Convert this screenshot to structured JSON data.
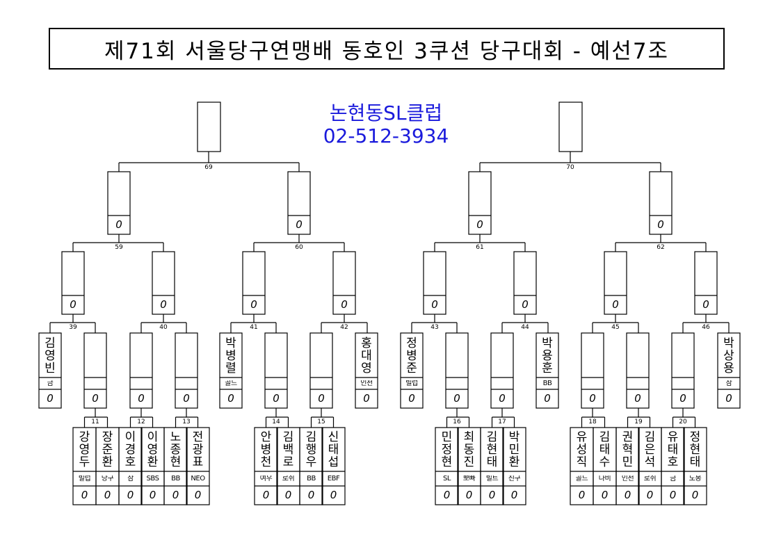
{
  "title": "제71회 서울당구연맹배 동호인 3쿠션 당구대회 - 예선7조",
  "club": {
    "name": "논현동SL클럽",
    "phone": "02-512-3934"
  },
  "score_mark": "0",
  "final_matches": [
    "69",
    "70"
  ],
  "semi_matches": [
    "59",
    "60",
    "61",
    "62"
  ],
  "quarter_matches": [
    "39",
    "40",
    "41",
    "42",
    "43",
    "44",
    "45",
    "46"
  ],
  "round1_matches": [
    "11",
    "12",
    "13",
    "14",
    "15",
    "16",
    "17",
    "18",
    "19",
    "20"
  ],
  "seeded_players": [
    {
      "name": "김영빈",
      "club": "금"
    },
    {
      "name": "박병렬",
      "club": "골드"
    },
    {
      "name": "홍대영",
      "club": "인천"
    },
    {
      "name": "정병준",
      "club": "빌럽"
    },
    {
      "name": "박용훈",
      "club": "BB"
    },
    {
      "name": "박상용",
      "club": "삼"
    }
  ],
  "round1_players": [
    {
      "name": "강영두",
      "club": "빌럽"
    },
    {
      "name": "장준환",
      "club": "당구"
    },
    {
      "name": "이경호",
      "club": "삼"
    },
    {
      "name": "이영환",
      "club": "SBS"
    },
    {
      "name": "노종현",
      "club": "BB"
    },
    {
      "name": "전광표",
      "club": "NEO"
    },
    {
      "name": "안병천",
      "club": "여우"
    },
    {
      "name": "김백로",
      "club": "로쉬"
    },
    {
      "name": "김행우",
      "club": "BB"
    },
    {
      "name": "신태섭",
      "club": "EBF"
    },
    {
      "name": "민정현",
      "club": "SL"
    },
    {
      "name": "최동진",
      "club": "뽀빠"
    },
    {
      "name": "김현태",
      "club": "빌트"
    },
    {
      "name": "박민환",
      "club": "친구"
    },
    {
      "name": "유성직",
      "club": "골드"
    },
    {
      "name": "김태수",
      "club": "나비"
    },
    {
      "name": "권혁민",
      "club": "인천"
    },
    {
      "name": "김은석",
      "club": "로쉬"
    },
    {
      "name": "유태호",
      "club": "금"
    },
    {
      "name": "정현태",
      "club": "도봉"
    }
  ]
}
